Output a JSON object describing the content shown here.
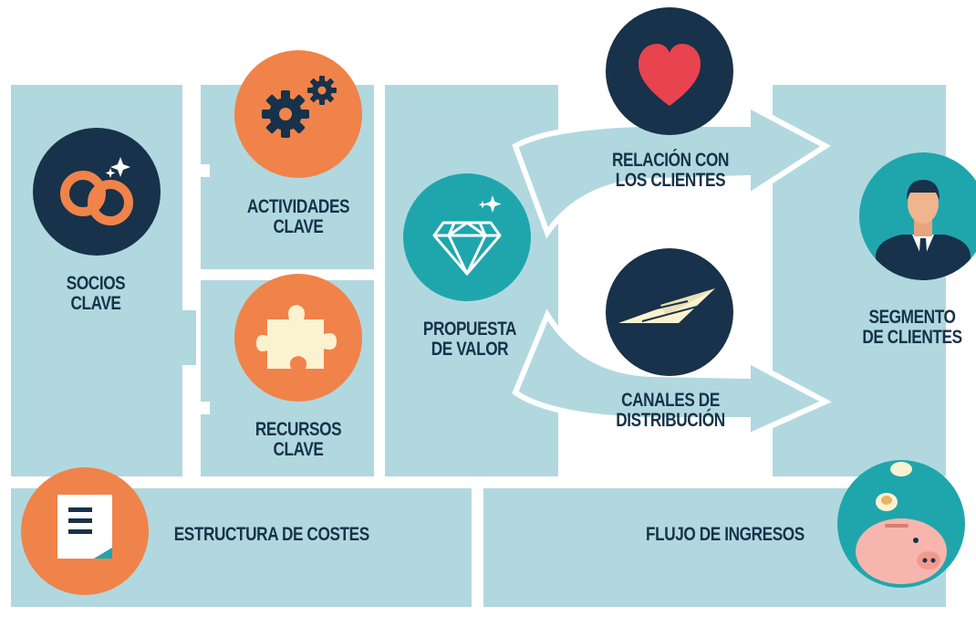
{
  "canvas": {
    "blocks": {
      "socios": {
        "line1": "SOCIOS",
        "line2": "CLAVE"
      },
      "actividades": {
        "line1": "ACTIVIDADES",
        "line2": "CLAVE"
      },
      "recursos": {
        "line1": "RECURSOS",
        "line2": "CLAVE"
      },
      "propuesta": {
        "line1": "PROPUESTA",
        "line2": "DE VALOR"
      },
      "relacion": {
        "line1": "RELACIÓN CON",
        "line2": "LOS CLIENTES"
      },
      "canales": {
        "line1": "CANALES DE",
        "line2": "DISTRIBUCIÓN"
      },
      "segmento": {
        "line1": "SEGMENTO",
        "line2": "DE CLIENTES"
      },
      "costes": {
        "label": "ESTRUCTURA DE COSTES"
      },
      "ingresos": {
        "label": "FLUJO DE INGRESOS"
      }
    }
  },
  "colors": {
    "panel": "#b1d8df",
    "navy": "#17324a",
    "orange": "#f0834a",
    "teal": "#1fa6ad",
    "heart": "#e8434e",
    "cream": "#fbf2cf"
  },
  "icons": {
    "socios": "linked-rings-icon",
    "actividades": "gears-icon",
    "recursos": "puzzle-piece-icon",
    "propuesta": "diamond-icon",
    "relacion": "heart-icon",
    "canales": "paper-plane-icon",
    "segmento": "businessman-icon",
    "costes": "document-icon",
    "ingresos": "piggy-bank-icon"
  }
}
